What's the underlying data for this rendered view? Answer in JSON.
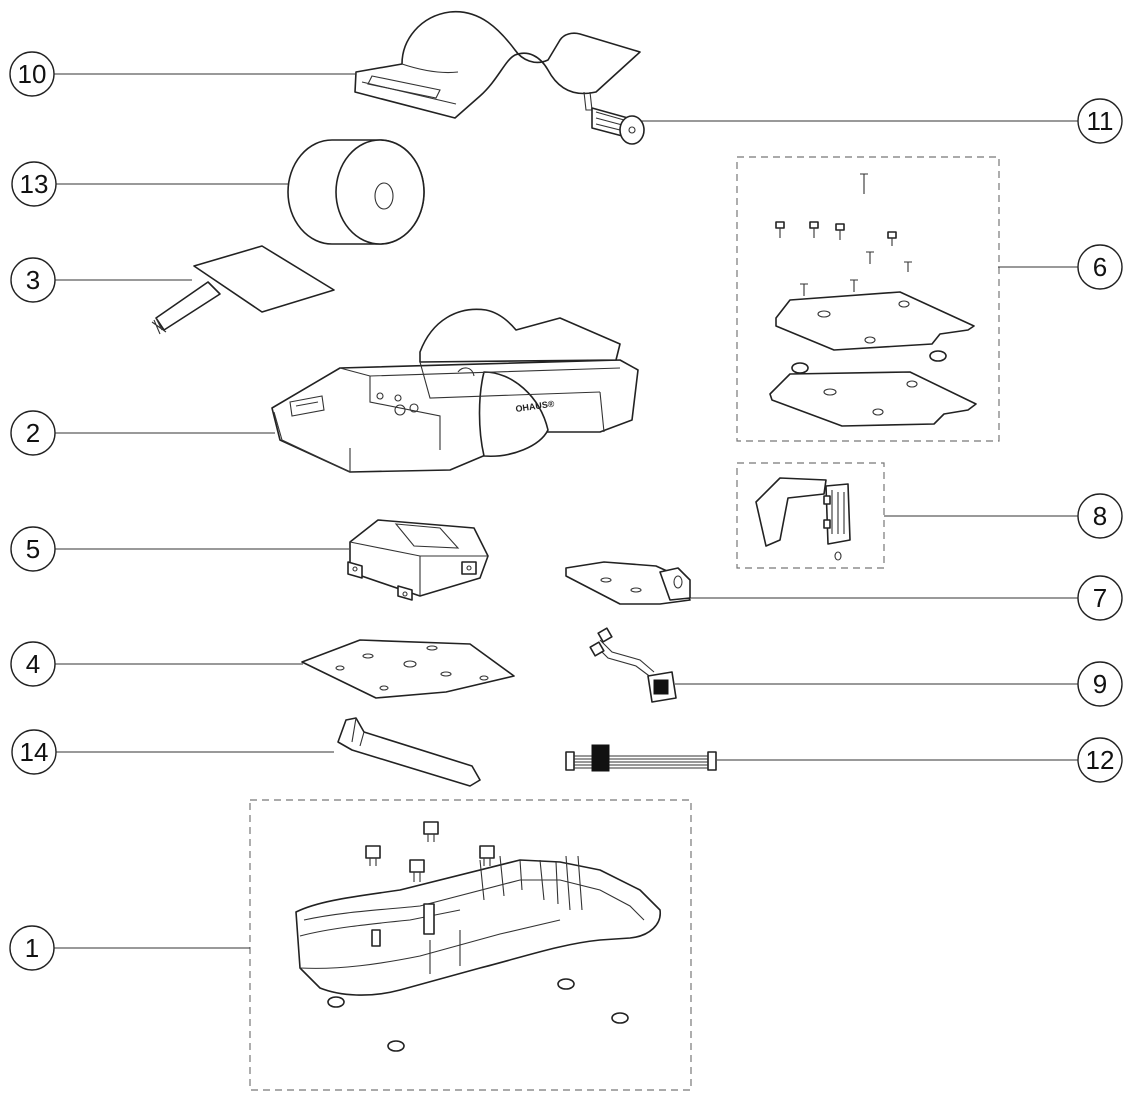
{
  "callouts": [
    {
      "id": "10",
      "label": "10"
    },
    {
      "id": "11",
      "label": "11"
    },
    {
      "id": "13",
      "label": "13"
    },
    {
      "id": "6",
      "label": "6"
    },
    {
      "id": "3",
      "label": "3"
    },
    {
      "id": "2",
      "label": "2"
    },
    {
      "id": "8",
      "label": "8"
    },
    {
      "id": "5",
      "label": "5"
    },
    {
      "id": "7",
      "label": "7"
    },
    {
      "id": "4",
      "label": "4"
    },
    {
      "id": "9",
      "label": "9"
    },
    {
      "id": "14",
      "label": "14"
    },
    {
      "id": "12",
      "label": "12"
    },
    {
      "id": "1",
      "label": "1"
    }
  ],
  "brand_text": "OHAUS®"
}
